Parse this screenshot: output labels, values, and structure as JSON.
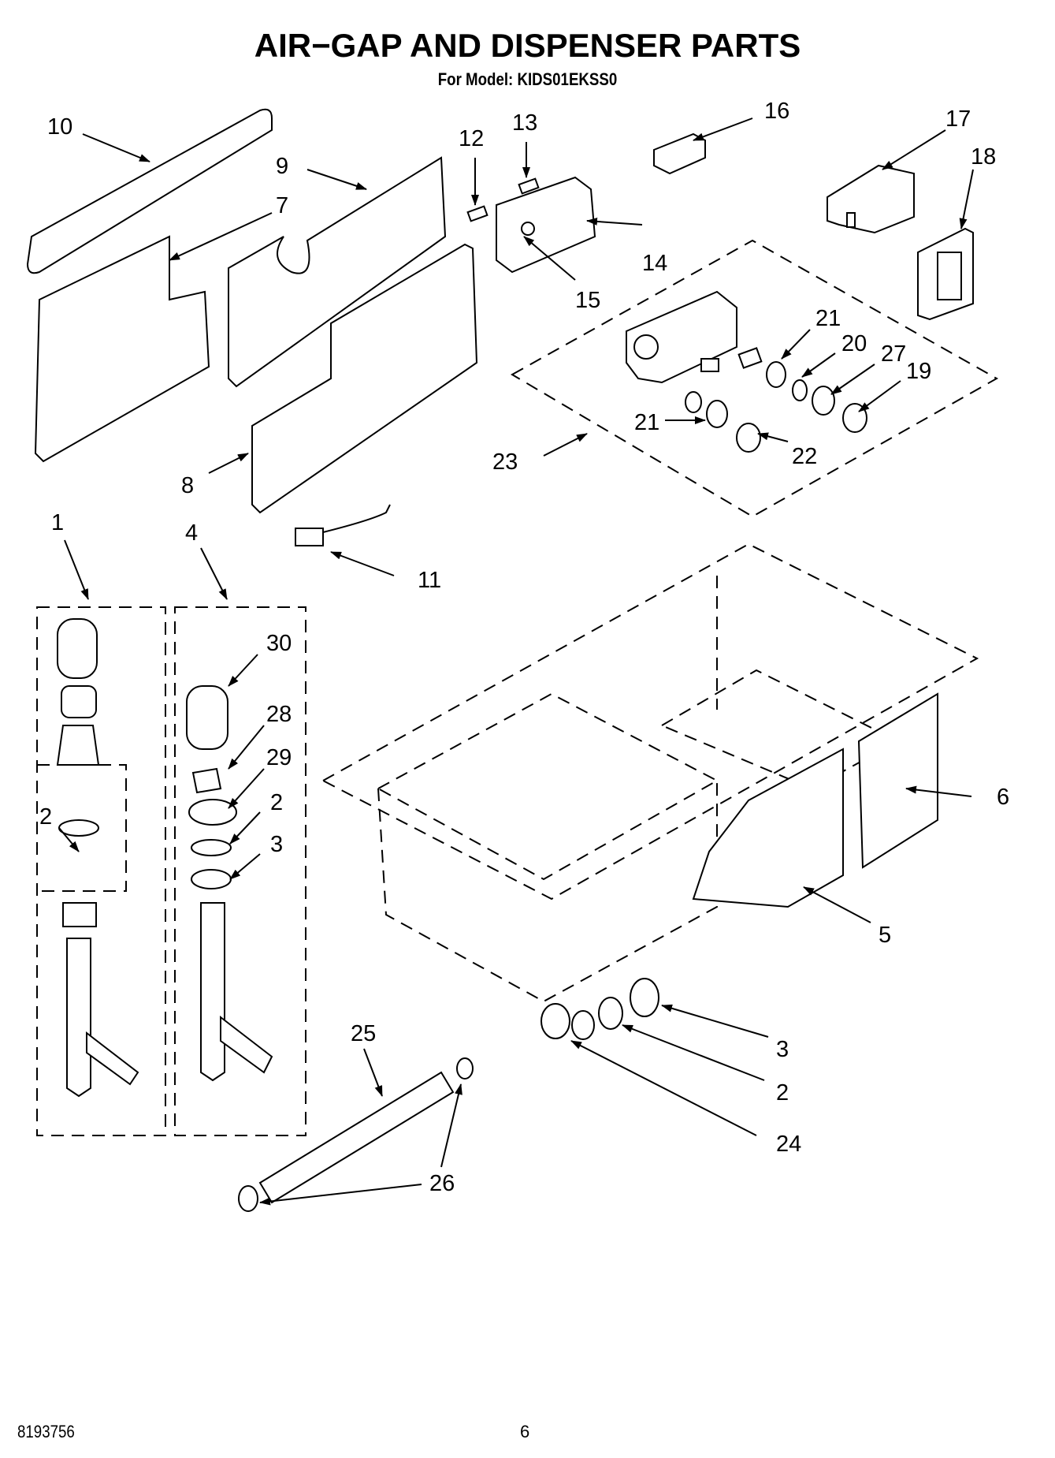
{
  "header": {
    "title": "AIR−GAP AND DISPENSER PARTS",
    "subtitle": "For Model: KIDS01EKSS0"
  },
  "footer": {
    "document_number": "8193756",
    "page_number": "6"
  },
  "callouts": {
    "c1": "1",
    "c2a": "2",
    "c2b": "2",
    "c2c": "2",
    "c3a": "3",
    "c3b": "3",
    "c4": "4",
    "c5": "5",
    "c6": "6",
    "c7": "7",
    "c8": "8",
    "c9": "9",
    "c10": "10",
    "c11": "11",
    "c12": "12",
    "c13": "13",
    "c14": "14",
    "c15": "15",
    "c16": "16",
    "c17": "17",
    "c18": "18",
    "c19": "19",
    "c20": "20",
    "c21a": "21",
    "c21b": "21",
    "c22": "22",
    "c23": "23",
    "c24": "24",
    "c25": "25",
    "c26": "26",
    "c27": "27",
    "c28": "28",
    "c29": "29",
    "c30": "30"
  }
}
